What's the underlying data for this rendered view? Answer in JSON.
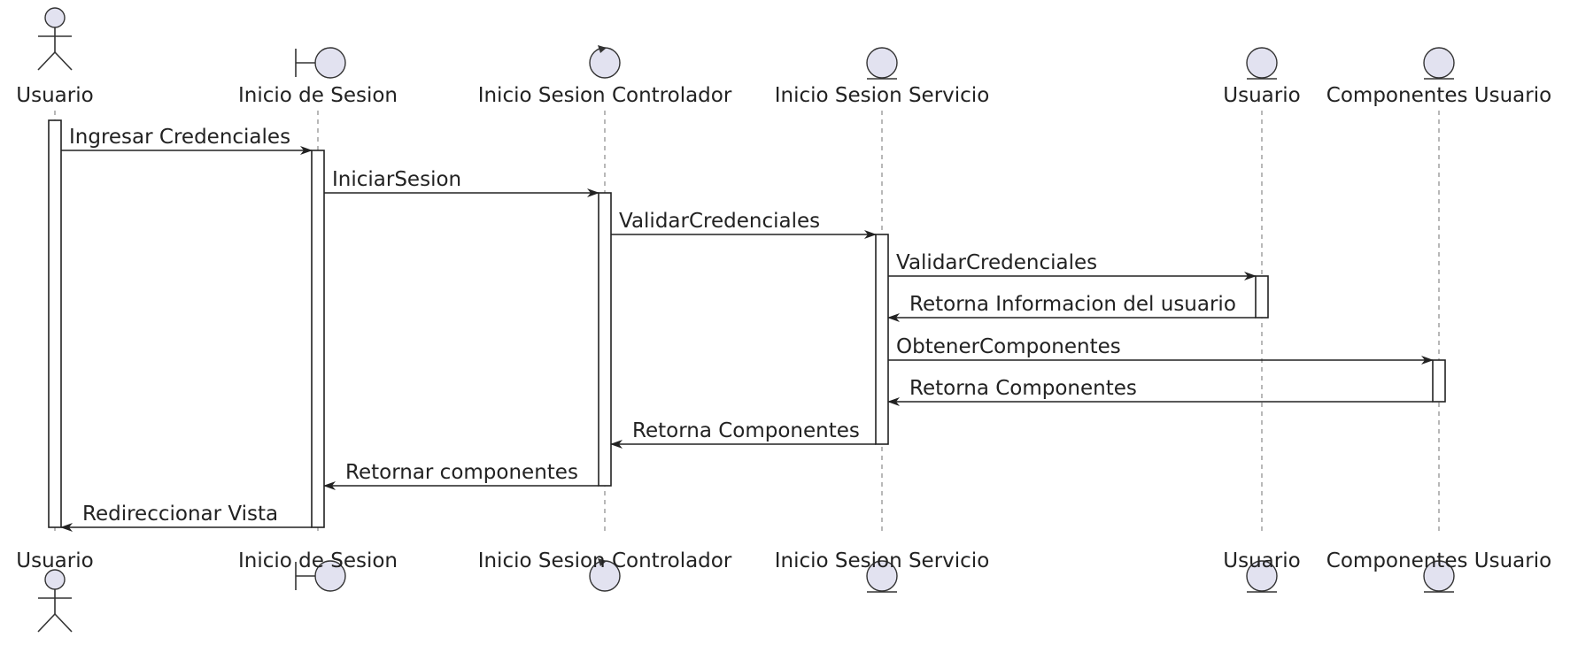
{
  "participants": [
    {
      "id": "usuario_actor",
      "label": "Usuario",
      "kind": "actor"
    },
    {
      "id": "inicio_sesion",
      "label": "Inicio de Sesion",
      "kind": "boundary"
    },
    {
      "id": "controlador",
      "label": "Inicio Sesion Controlador",
      "kind": "control"
    },
    {
      "id": "servicio",
      "label": "Inicio Sesion Servicio",
      "kind": "entity"
    },
    {
      "id": "usuario_entity",
      "label": "Usuario",
      "kind": "entity"
    },
    {
      "id": "componentes",
      "label": "Componentes Usuario",
      "kind": "entity"
    }
  ],
  "messages": [
    {
      "from": 0,
      "to": 1,
      "label": "Ingresar Credenciales"
    },
    {
      "from": 1,
      "to": 2,
      "label": "IniciarSesion"
    },
    {
      "from": 2,
      "to": 3,
      "label": "ValidarCredenciales"
    },
    {
      "from": 3,
      "to": 4,
      "label": "ValidarCredenciales"
    },
    {
      "from": 4,
      "to": 3,
      "label": "Retorna Informacion del usuario"
    },
    {
      "from": 3,
      "to": 5,
      "label": "ObtenerComponentes"
    },
    {
      "from": 5,
      "to": 3,
      "label": "Retorna Componentes"
    },
    {
      "from": 3,
      "to": 2,
      "label": "Retorna Componentes"
    },
    {
      "from": 2,
      "to": 1,
      "label": "Retornar componentes"
    },
    {
      "from": 1,
      "to": 0,
      "label": "Redireccionar Vista"
    }
  ],
  "colors": {
    "participant_fill": "#e2e2f0",
    "stroke": "#333333",
    "lifeline": "#888888",
    "text": "#222222"
  }
}
